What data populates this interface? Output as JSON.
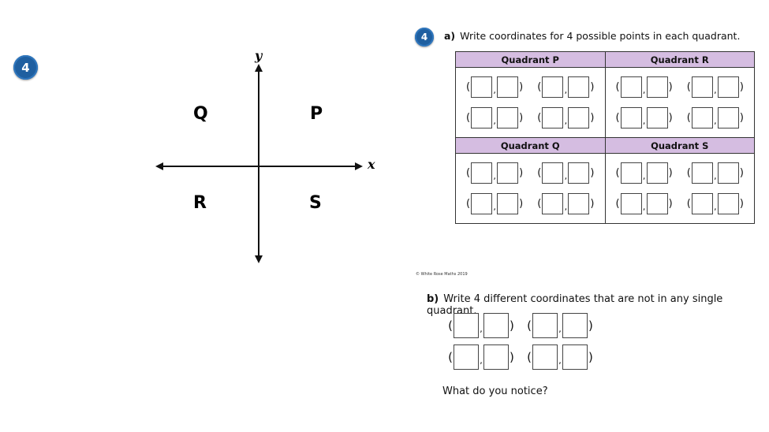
{
  "badge_number": "4",
  "axes": {
    "x_label": "x",
    "y_label": "y",
    "quadrant_labels": {
      "top_left": "Q",
      "top_right": "P",
      "bottom_left": "R",
      "bottom_right": "S"
    }
  },
  "question_a": {
    "label": "a)",
    "text": "Write coordinates for 4 possible points in each quadrant.",
    "table_headers": [
      "Quadrant P",
      "Quadrant R",
      "Quadrant Q",
      "Quadrant S"
    ]
  },
  "coordinate_punctuation": {
    "open": "(",
    "comma": ",",
    "close": ")"
  },
  "copyright": "© White Rose Maths 2019",
  "question_b": {
    "label": "b)",
    "text": "Write 4 different coordinates that are not in any single quadrant.",
    "prompt": "What do you notice?"
  },
  "colors": {
    "badge": "#1f5fa0",
    "header_fill": "#d5bde1"
  }
}
